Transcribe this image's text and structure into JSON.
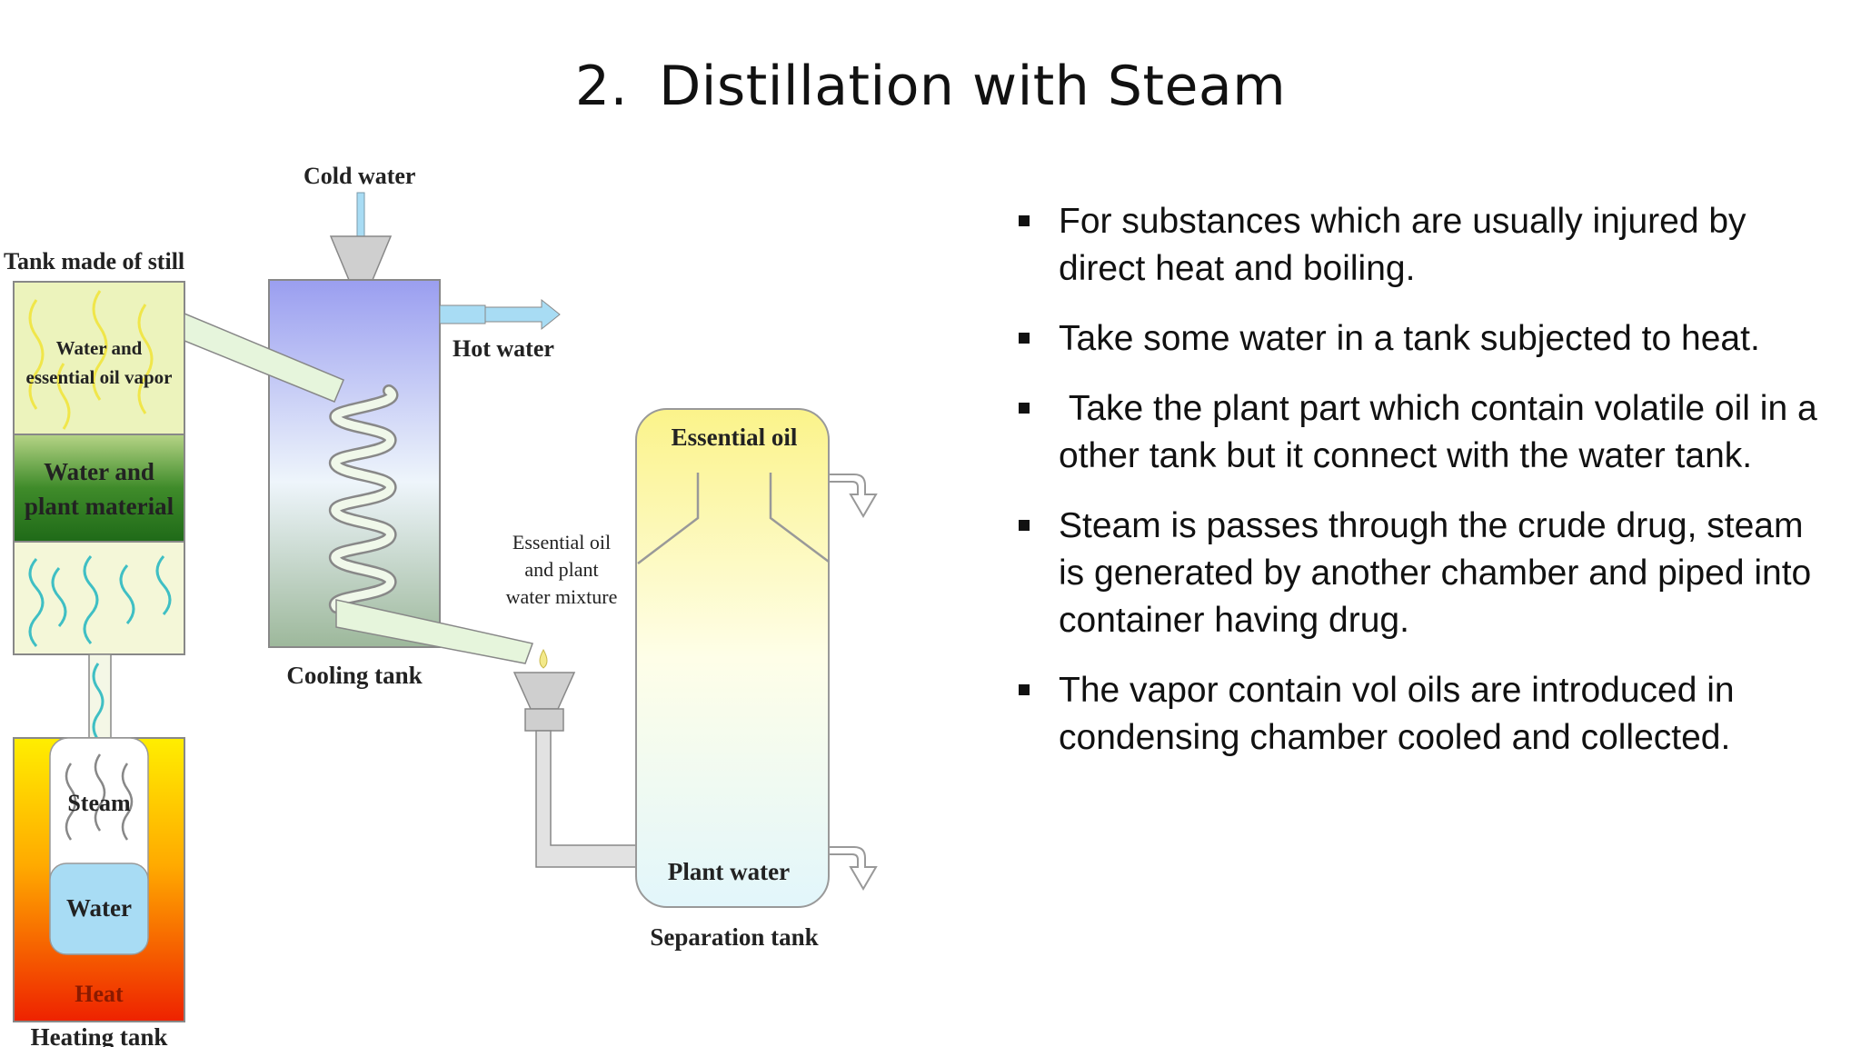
{
  "slide": {
    "title_number": "2.",
    "title_text": "Distillation with Steam"
  },
  "diagram": {
    "cold_water": "Cold water",
    "tank_made_of_still": "Tank made of still",
    "water_and_vapor_line1": "Water and",
    "water_and_vapor_line2": "essential oil vapor",
    "water_plant_line1": "Water and",
    "water_plant_line2": "plant material",
    "hot_water": "Hot water",
    "cooling_tank": "Cooling tank",
    "mixture_line1": "Essential oil",
    "mixture_line2": "and plant",
    "mixture_line3": "water mixture",
    "essential_oil": "Essential oil",
    "plant_water": "Plant water",
    "separation_tank": "Separation tank",
    "steam": "Steam",
    "water": "Water",
    "heat": "Heat",
    "heating_tank": "Heating tank"
  },
  "bullets": [
    "For substances which are usually injured by direct heat and boiling.",
    "Take some water in a tank subjected to heat.",
    " Take the plant part which contain volatile oil in a other tank but it connect with the water tank.",
    "Steam is passes through the crude drug, steam is generated by another chamber and piped into container having drug.",
    "The vapor contain vol oils are introduced in condensing chamber cooled and collected."
  ],
  "colors": {
    "cooling_tank_top": "#9a9ef0",
    "cooling_tank_bottom": "#9db89b",
    "separation_top": "#fbf38a",
    "separation_bottom": "#e2f6fb",
    "heat_top": "#ffee00",
    "heat_bottom": "#ee2200",
    "plant_material": "#2f7a1f",
    "pipe": "#e6f5dc"
  }
}
